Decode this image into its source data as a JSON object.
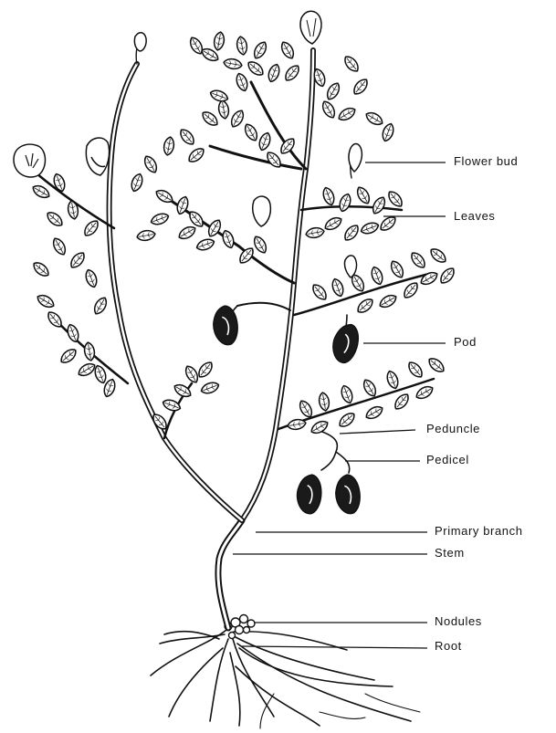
{
  "diagram": {
    "labels": [
      {
        "id": "flower-bud",
        "text": "Flower  bud"
      },
      {
        "id": "leaves",
        "text": "Leaves"
      },
      {
        "id": "pod",
        "text": "Pod"
      },
      {
        "id": "peduncle",
        "text": "Peduncle"
      },
      {
        "id": "pedicel",
        "text": "Pedicel"
      },
      {
        "id": "primary-branch",
        "text": "Primary  branch"
      },
      {
        "id": "stem",
        "text": "Stem"
      },
      {
        "id": "nodules",
        "text": "Nodules"
      },
      {
        "id": "root",
        "text": "Root"
      }
    ]
  }
}
